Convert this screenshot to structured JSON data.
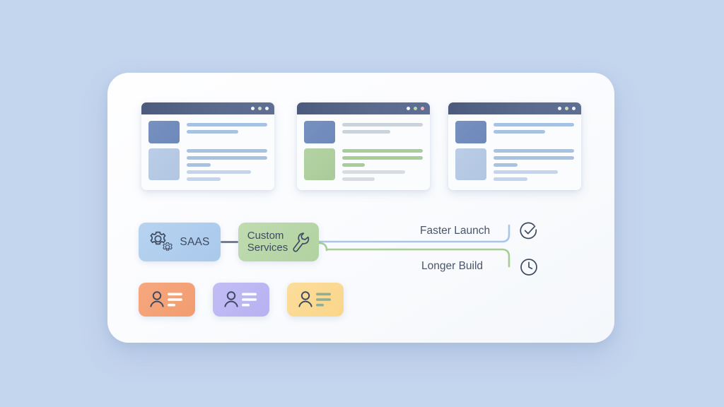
{
  "background": {
    "color": "#c4d5ee"
  },
  "panel": {
    "name": "main-illustration-panel",
    "color": "#fbfcfe"
  },
  "browser_windows": [
    {
      "id": "window-1",
      "dots": [
        "#f2f4f8",
        "#cfe0b8",
        "#eef1f6"
      ],
      "top_thumb": "dark-blue",
      "top_lines": [
        "blue-long",
        "blue-short"
      ],
      "bottom_thumb": "light-blue",
      "bottom_lines": [
        "blue-full",
        "blue-full",
        "blue-tiny",
        "bluelt-mid",
        "bluelt-short"
      ]
    },
    {
      "id": "window-2",
      "dots": [
        "#f4f6fa",
        "#b9d8a4",
        "#f3b7b5"
      ],
      "top_thumb": "dark-blue",
      "top_lines": [
        "gray-long",
        "gray-short"
      ],
      "bottom_thumb": "green",
      "bottom_lines": [
        "green-full",
        "green-full",
        "green-tiny",
        "graylt-mid",
        "graylt-short"
      ]
    },
    {
      "id": "window-3",
      "dots": [
        "#f2f4f8",
        "#cfe0b8",
        "#eef1f6"
      ],
      "top_thumb": "dark-blue",
      "top_lines": [
        "blue-long",
        "blue-short"
      ],
      "bottom_thumb": "light-blue",
      "bottom_lines": [
        "blue-full",
        "blue-full",
        "blue-tiny",
        "bluelt-mid",
        "bluelt-short"
      ]
    }
  ],
  "flow": {
    "saas_node": {
      "label": "SAAS",
      "icon": "gears-icon",
      "color": "#aecbee"
    },
    "custom_node": {
      "label_line1": "Custom",
      "label_line2": "Services",
      "icon": "wrench-icon",
      "color": "#b4d4a4"
    },
    "outcomes": [
      {
        "label": "Faster Launch",
        "icon": "check-circle-icon",
        "line_color": "#a9c6e8"
      },
      {
        "label": "Longer Build",
        "icon": "clock-icon",
        "line_color": "#a8cc96"
      }
    ]
  },
  "contact_cards": [
    {
      "id": "card-orange",
      "color": "#f3a078",
      "icon": "person-lines-icon"
    },
    {
      "id": "card-purple",
      "color": "#bdb7f3",
      "icon": "person-lines-icon"
    },
    {
      "id": "card-yellow",
      "color": "#fad98e",
      "icon": "person-lines-icon"
    }
  ]
}
